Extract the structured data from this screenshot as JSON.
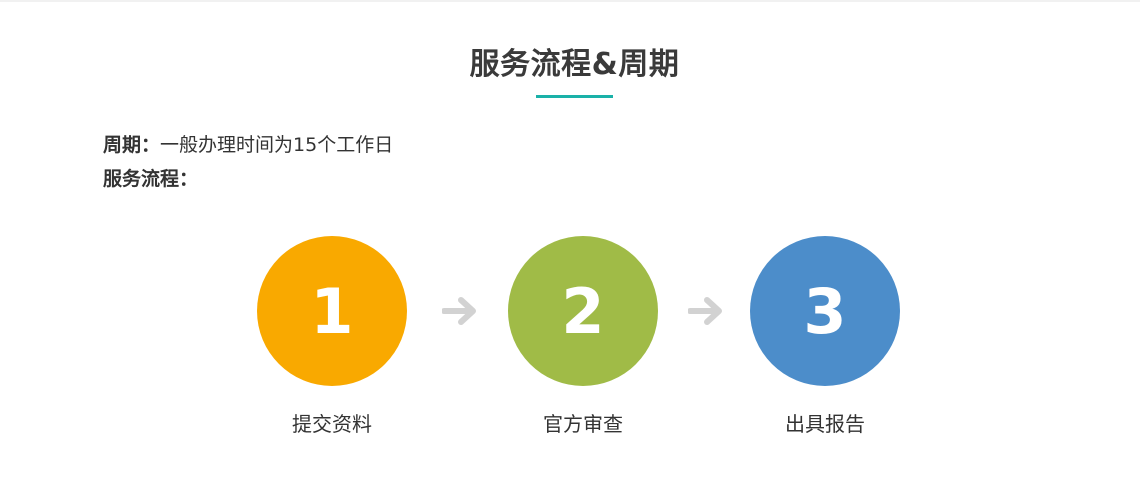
{
  "header": {
    "title": "服务流程&周期",
    "accent_color": "#1ab1a8"
  },
  "info": {
    "period_label": "周期：",
    "period_value": "一般办理时间为15个工作日",
    "flow_label": "服务流程："
  },
  "steps": [
    {
      "number": "1",
      "label": "提交资料",
      "color": "#f9a900"
    },
    {
      "number": "2",
      "label": "官方审查",
      "color": "#a0bb47"
    },
    {
      "number": "3",
      "label": "出具报告",
      "color": "#4c8dca"
    }
  ],
  "arrow": {
    "icon": "arrow-right-icon",
    "color": "#d2d2d2"
  }
}
